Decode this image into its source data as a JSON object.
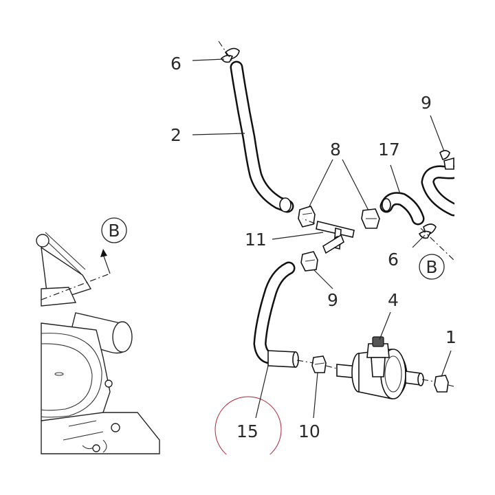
{
  "callouts": {
    "c6_top": "6",
    "c2": "2",
    "c8": "8",
    "c17": "17",
    "c9_top": "9",
    "c11": "11",
    "c6_right": "6",
    "c9_mid": "9",
    "c4": "4",
    "c1_edge": "1",
    "c15": "15",
    "c10": "10"
  },
  "reference_marks": {
    "b_left": "B",
    "b_right": "B"
  },
  "colors": {
    "linework": "#111111",
    "highlight_circle": "#b22234",
    "background": "#ffffff"
  }
}
